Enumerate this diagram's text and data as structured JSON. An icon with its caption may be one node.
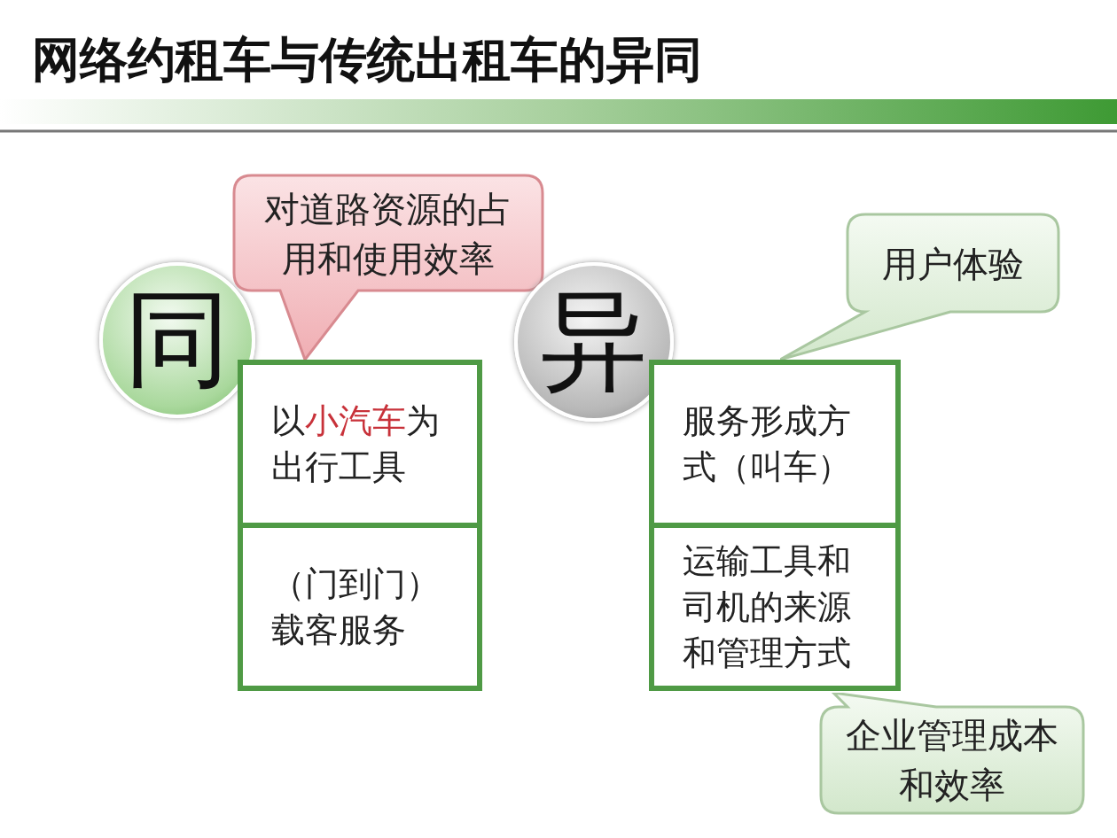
{
  "diagram": {
    "title": "网络约租车与传统出租车的异同",
    "nodes": [
      {
        "text": [
          "同"
        ]
      },
      {
        "text": [
          "以**小汽车**为出行工具"
        ]
      },
      {
        "text": [
          "（门到门）载客服务"
        ]
      },
      {
        "text": [
          "对道路资源的占用和使用效率"
        ]
      },
      {
        "text": [
          "异"
        ]
      },
      {
        "text": [
          "服务形成方式（叫车）"
        ]
      },
      {
        "text": [
          "运输工具和司机的来源和管理方式"
        ]
      },
      {
        "text": [
          "用户体验"
        ]
      },
      {
        "text": [
          "企业管理成本和效率"
        ]
      }
    ]
  }
}
